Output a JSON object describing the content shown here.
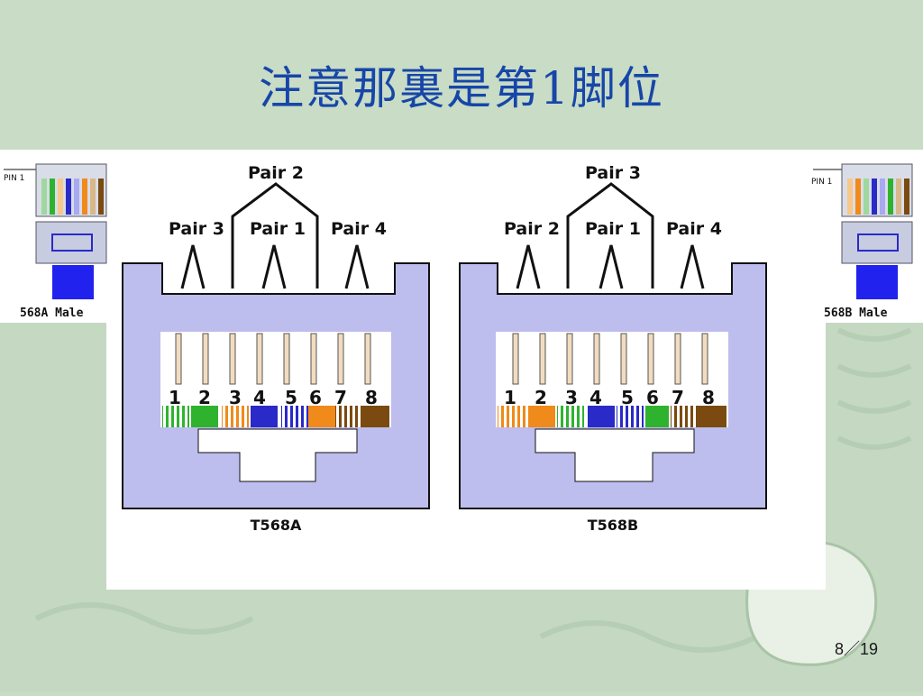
{
  "slide": {
    "title": "注意那裏是第1脚位",
    "page": "8／19"
  },
  "plugs": {
    "left": {
      "pin_label": "PIN 1",
      "caption": "568A Male"
    },
    "right": {
      "pin_label": "PIN 1",
      "caption": "568B Male"
    }
  },
  "jacks": [
    {
      "name": "T568A",
      "pairs": {
        "top": "Pair 2",
        "left": "Pair 3",
        "mid": "Pair 1",
        "right": "Pair 4"
      },
      "pins": [
        "1",
        "2",
        "3",
        "4",
        "5",
        "6",
        "7",
        "8"
      ]
    },
    {
      "name": "T568B",
      "pairs": {
        "top": "Pair 3",
        "left": "Pair 2",
        "mid": "Pair 1",
        "right": "Pair 4"
      },
      "pins": [
        "1",
        "2",
        "3",
        "4",
        "5",
        "6",
        "7",
        "8"
      ]
    }
  ],
  "colors": {
    "jack_body": "#bdbdee",
    "green": "#2fb32f",
    "orange": "#f08a1a",
    "blue": "#2a2ac8",
    "brown": "#7a4a10",
    "title": "#1746a8"
  }
}
